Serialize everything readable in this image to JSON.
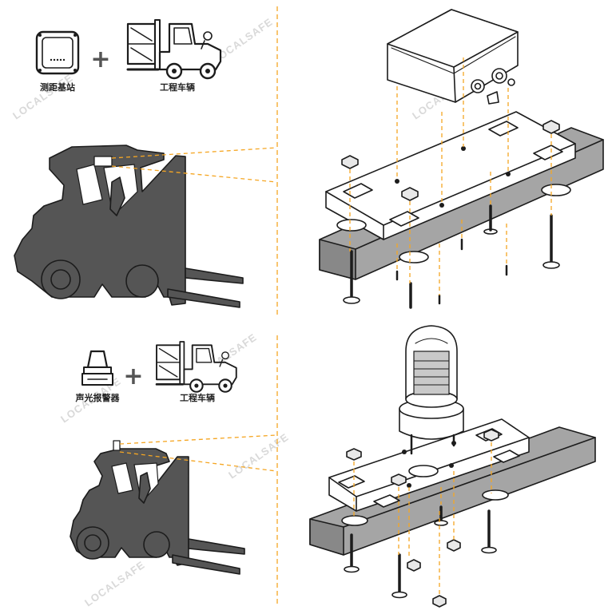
{
  "sections": [
    {
      "device_label": "测距基站",
      "vehicle_label": "工程车辆",
      "plus": "+"
    },
    {
      "device_label": "声光报警器",
      "vehicle_label": "工程车辆",
      "plus": "+"
    }
  ],
  "watermark": "LOCALSAFE",
  "colors": {
    "guide": "#f5a623",
    "silhouette": "#555555",
    "ink": "#1c1c1c",
    "wood": "#a5a5a5"
  }
}
